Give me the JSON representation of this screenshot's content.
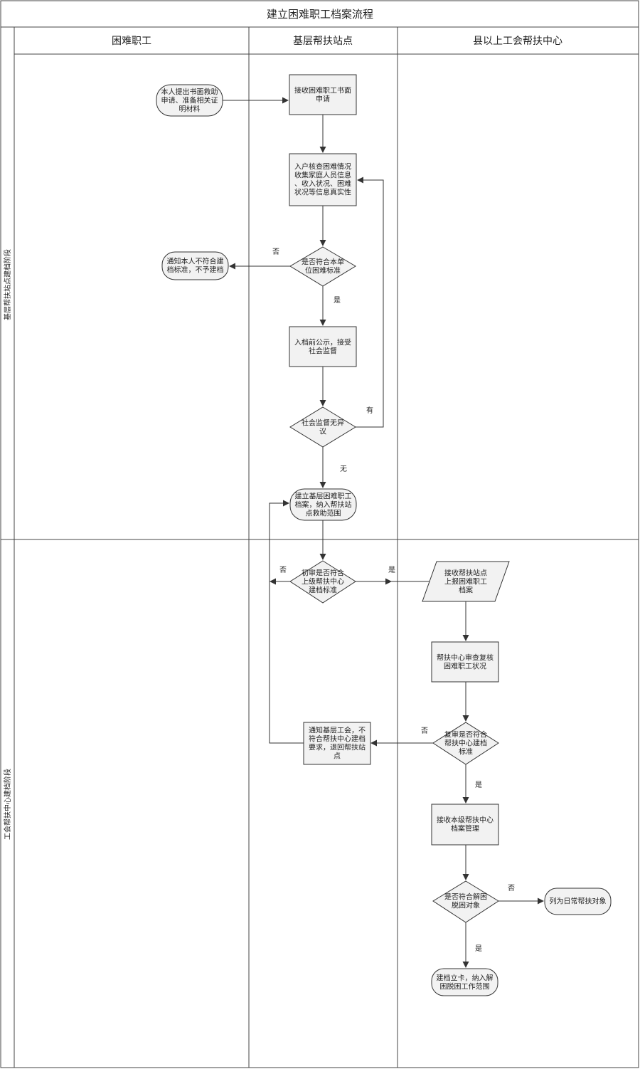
{
  "title": "建立困难职工档案流程",
  "lanes": [
    "困难职工",
    "基层帮扶站点",
    "县以上工会帮扶中心"
  ],
  "phases": [
    "基层帮扶站点建档阶段",
    "工会帮扶中心建档阶段"
  ],
  "nodes": {
    "n1": "本人提出书面救助申请、准备相关证明材料",
    "n2": "接收困难职工书面申请",
    "n3": "入户核查困难情况收集家庭人员信息、收入状况、困难状况等信息真实性",
    "n4": "是否符合本单位困难标准",
    "n5": "通知本人不符合建档标准，不予建档",
    "n6": "入档前公示，接受社会监督",
    "n7": "社会监督无异议",
    "n8": "建立基层困难职工档案，纳入帮扶站点救助范围",
    "n9": "初审是否符合上级帮扶中心建档标准",
    "n10": "接收帮扶站点上报困难职工档案",
    "n11": "帮扶中心审查复核困难职工状况",
    "n12": "复审是否符合帮扶中心建档标准",
    "n13": "通知基层工会，不符合帮扶中心建档要求，退回帮扶站点",
    "n14": "接收本级帮扶中心档案管理",
    "n15": "是否符合解困脱困对象",
    "n16": "列为日常帮扶对象",
    "n17": "建档立卡，纳入解困脱困工作范围"
  },
  "edge_labels": {
    "no1": "否",
    "yes1": "是",
    "has": "有",
    "none": "无",
    "no2": "否",
    "yes2": "是",
    "no3": "否",
    "yes3": "是",
    "no4": "否",
    "yes4": "是"
  }
}
